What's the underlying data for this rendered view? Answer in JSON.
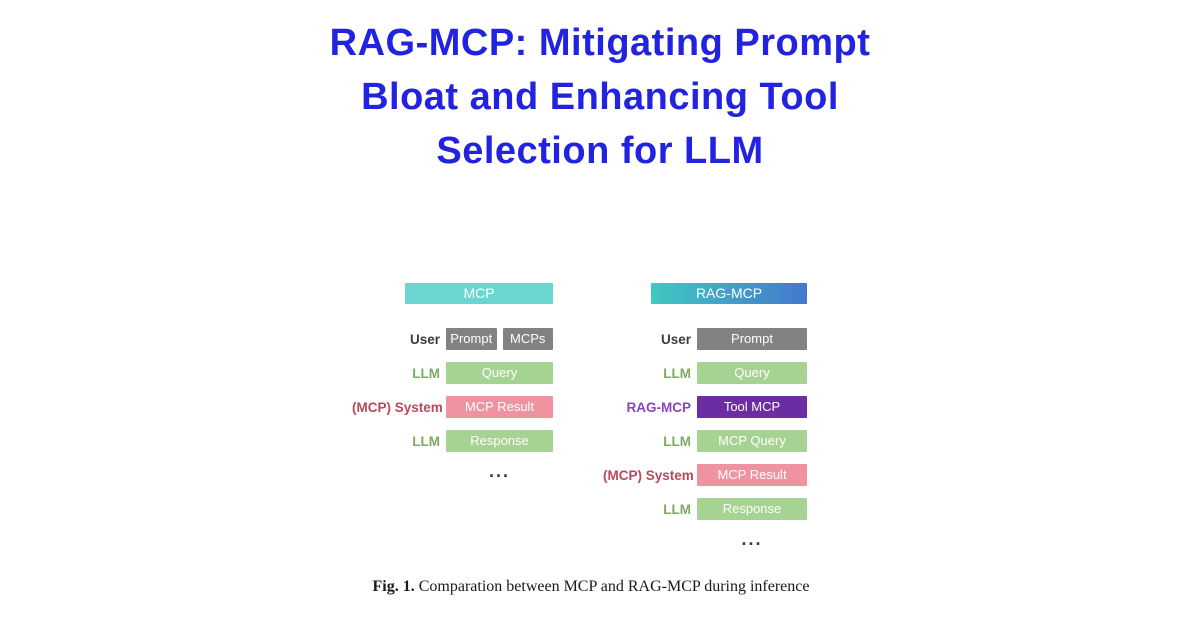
{
  "page": {
    "background": "#ffffff",
    "title_color": "#2222e1"
  },
  "title": {
    "lines": [
      "RAG-MCP: Mitigating Prompt",
      "Bloat and Enhancing Tool",
      "Selection for LLM"
    ]
  },
  "figure": {
    "caption_label": "Fig. 1.",
    "caption_text": " Comparation between MCP and RAG-MCP during inference",
    "ellipsis": "...",
    "colors": {
      "box_gray": "#828282",
      "box_green": "#a6d392",
      "box_pink": "#ef93a0",
      "box_purple": "#6d2da2",
      "header_teal": "#69d6cf",
      "label_dark": "#3c3c3c",
      "label_green": "#7cab63",
      "label_red": "#b5495d",
      "label_purple": "#8a44c4",
      "ellipsis_color": "#3a3a3a"
    },
    "diagrams": [
      {
        "id": "diagram-left",
        "name": "mcp-diagram",
        "header": {
          "label": "MCP",
          "color": "#69d6cf"
        },
        "rows": [
          {
            "label": "User",
            "label_color": "#3c3c3c",
            "boxes": [
              {
                "text": "Prompt",
                "color": "#828282"
              },
              {
                "text": "MCPs",
                "color": "#828282"
              }
            ]
          },
          {
            "label": "LLM",
            "label_color": "#7cab63",
            "boxes": [
              {
                "text": "Query",
                "color": "#a6d392"
              }
            ]
          },
          {
            "label": "(MCP) System",
            "label_color": "#b5495d",
            "boxes": [
              {
                "text": "MCP Result",
                "color": "#ef93a0"
              }
            ]
          },
          {
            "label": "LLM",
            "label_color": "#7cab63",
            "boxes": [
              {
                "text": "Response",
                "color": "#a6d392"
              }
            ]
          }
        ]
      },
      {
        "id": "diagram-right",
        "name": "ragmcp-diagram",
        "header": {
          "label": "RAG-MCP",
          "gradient": [
            "#41c9c1",
            "#4377cf"
          ]
        },
        "rows": [
          {
            "label": "User",
            "label_color": "#3c3c3c",
            "boxes": [
              {
                "text": "Prompt",
                "color": "#828282"
              }
            ]
          },
          {
            "label": "LLM",
            "label_color": "#7cab63",
            "boxes": [
              {
                "text": "Query",
                "color": "#a6d392"
              }
            ]
          },
          {
            "label": "RAG-MCP",
            "label_color": "#8a44c4",
            "boxes": [
              {
                "text": "Tool MCP",
                "color": "#6d2da2"
              }
            ]
          },
          {
            "label": "LLM",
            "label_color": "#7cab63",
            "boxes": [
              {
                "text": "MCP Query",
                "color": "#a6d392"
              }
            ]
          },
          {
            "label": "(MCP) System",
            "label_color": "#b5495d",
            "boxes": [
              {
                "text": "MCP Result",
                "color": "#ef93a0"
              }
            ]
          },
          {
            "label": "LLM",
            "label_color": "#7cab63",
            "boxes": [
              {
                "text": "Response",
                "color": "#a6d392"
              }
            ]
          }
        ]
      }
    ]
  }
}
